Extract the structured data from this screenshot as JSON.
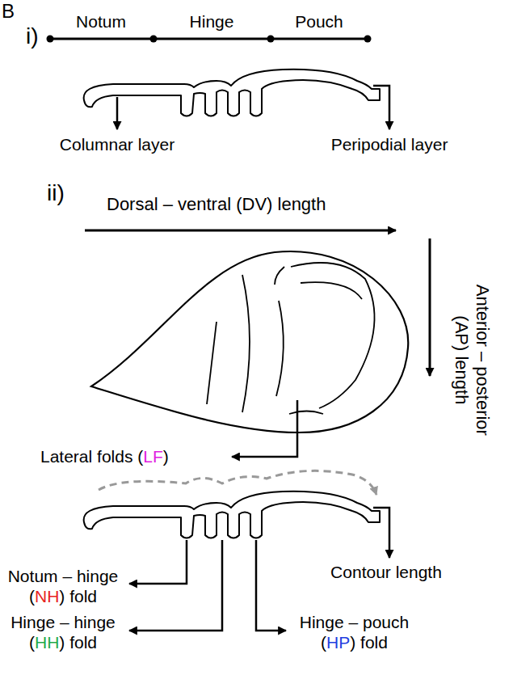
{
  "diagram": {
    "labels": [
      "B",
      "i)",
      "Notum",
      "Hinge",
      "Pouch",
      "Columnar layer",
      "Peripodial layer",
      "ii)",
      "Dorsal – ventral (DV) length",
      "Anterior – posterior (AP) length",
      "Lateral folds (LF)",
      "Notum – hinge (NH) fold",
      "Hinge – hinge (HH) fold",
      "Contour length",
      "Hinge – pouch (HP) fold"
    ]
  }
}
